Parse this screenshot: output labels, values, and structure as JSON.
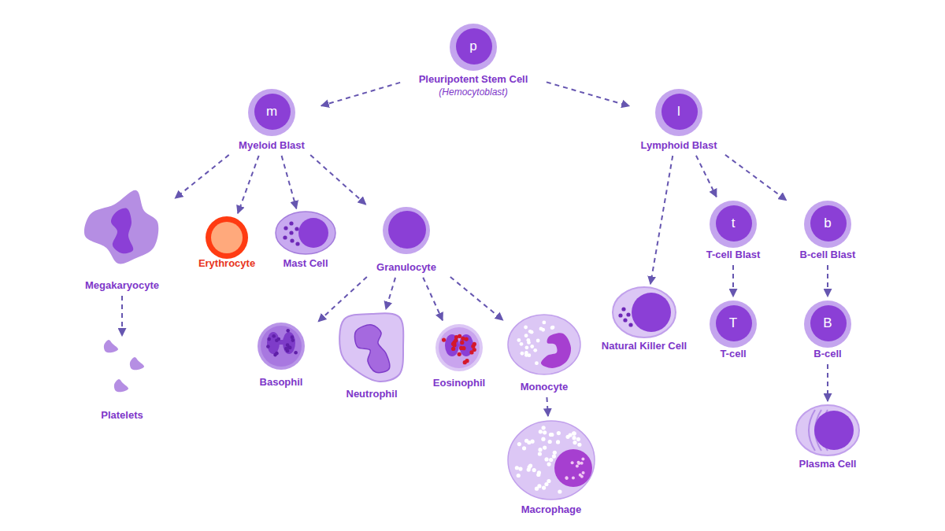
{
  "diagram": {
    "nodes": [
      {
        "text": [
          "p",
          "Pleuripotent Stem Cell",
          "(Hemocytoblast)"
        ]
      },
      {
        "text": [
          "m",
          "Myeloid Blast"
        ]
      },
      {
        "text": [
          "l",
          "Lymphoid Blast"
        ]
      },
      {
        "text": [
          "Megakaryocyte"
        ]
      },
      {
        "text": [
          "Erythrocyte"
        ]
      },
      {
        "text": [
          "Mast Cell"
        ]
      },
      {
        "text": [
          "Granulocyte"
        ]
      },
      {
        "text": [
          "Platelets"
        ]
      },
      {
        "text": [
          "Basophil"
        ]
      },
      {
        "text": [
          "Neutrophil"
        ]
      },
      {
        "text": [
          "Eosinophil"
        ]
      },
      {
        "text": [
          "Monocyte"
        ]
      },
      {
        "text": [
          "Macrophage"
        ]
      },
      {
        "text": [
          "Natural Killer Cell"
        ]
      },
      {
        "text": [
          "t",
          "T-cell Blast"
        ]
      },
      {
        "text": [
          "T",
          "T-cell"
        ]
      },
      {
        "text": [
          "b",
          "B-cell Blast"
        ]
      },
      {
        "text": [
          "B",
          "B-cell"
        ]
      },
      {
        "text": [
          "Plasma Cell"
        ]
      }
    ],
    "edges": [
      {
        "from": 0,
        "to": 1,
        "arrow": "to"
      },
      {
        "from": 0,
        "to": 2,
        "arrow": "to"
      },
      {
        "from": 1,
        "to": 3,
        "arrow": "to"
      },
      {
        "from": 1,
        "to": 4,
        "arrow": "to"
      },
      {
        "from": 1,
        "to": 5,
        "arrow": "to"
      },
      {
        "from": 1,
        "to": 6,
        "arrow": "to"
      },
      {
        "from": 3,
        "to": 7,
        "arrow": "to"
      },
      {
        "from": 6,
        "to": 8,
        "arrow": "to"
      },
      {
        "from": 6,
        "to": 9,
        "arrow": "to"
      },
      {
        "from": 6,
        "to": 10,
        "arrow": "to"
      },
      {
        "from": 6,
        "to": 11,
        "arrow": "to"
      },
      {
        "from": 11,
        "to": 12,
        "arrow": "to"
      },
      {
        "from": 2,
        "to": 13,
        "arrow": "to"
      },
      {
        "from": 2,
        "to": 14,
        "arrow": "to"
      },
      {
        "from": 2,
        "to": 16,
        "arrow": "to"
      },
      {
        "from": 14,
        "to": 15,
        "arrow": "to"
      },
      {
        "from": 16,
        "to": 17,
        "arrow": "to"
      },
      {
        "from": 17,
        "to": 18,
        "arrow": "to"
      }
    ]
  }
}
